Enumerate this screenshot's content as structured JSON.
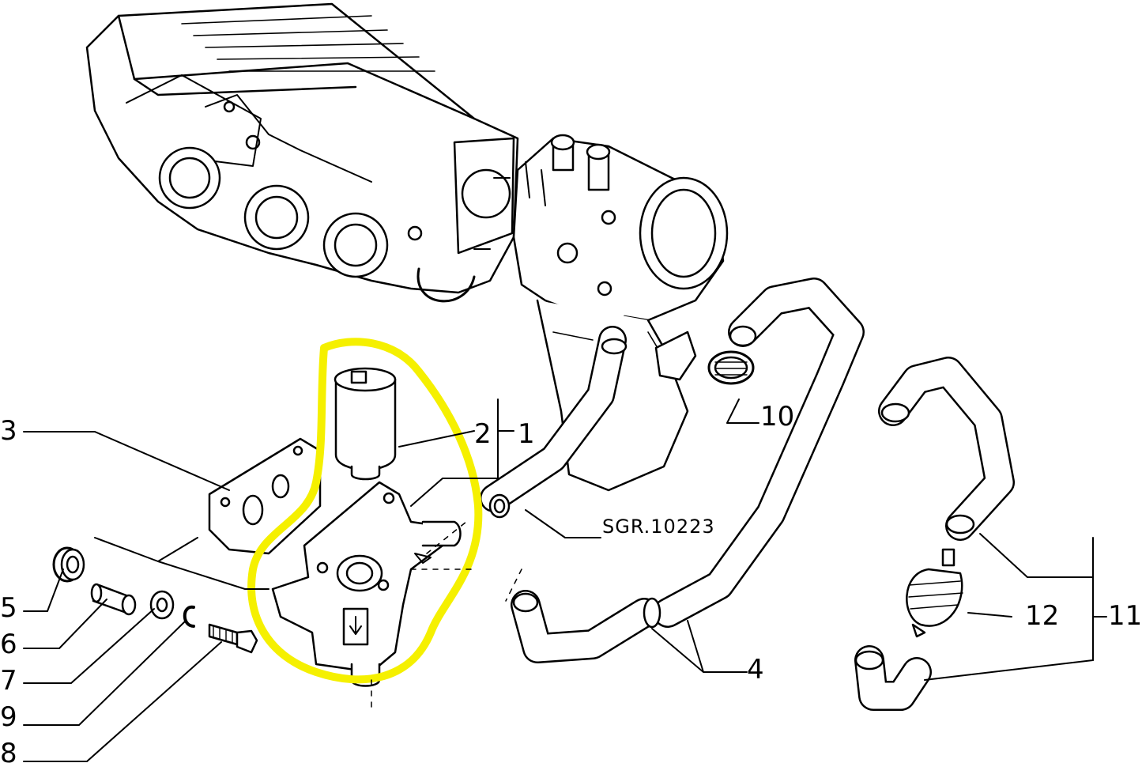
{
  "diagram": {
    "type": "exploded parts diagram",
    "reference_code": "SGR.10223",
    "highlight_color": "#f5f000",
    "line_color": "#000000",
    "callouts": [
      {
        "id": "1",
        "label": "1"
      },
      {
        "id": "2",
        "label": "2"
      },
      {
        "id": "3",
        "label": "3"
      },
      {
        "id": "4",
        "label": "4"
      },
      {
        "id": "5",
        "label": "5"
      },
      {
        "id": "6",
        "label": "6"
      },
      {
        "id": "7",
        "label": "7"
      },
      {
        "id": "8",
        "label": "8"
      },
      {
        "id": "9",
        "label": "9"
      },
      {
        "id": "10",
        "label": "10"
      },
      {
        "id": "11",
        "label": "11"
      },
      {
        "id": "12",
        "label": "12"
      }
    ],
    "components": [
      {
        "name": "intake-manifold"
      },
      {
        "name": "throttle-body"
      },
      {
        "name": "idle-air-control-actuator",
        "highlighted": true
      },
      {
        "name": "valve-body",
        "highlighted": true
      },
      {
        "name": "gasket"
      },
      {
        "name": "grommet"
      },
      {
        "name": "spacer-sleeve"
      },
      {
        "name": "washer"
      },
      {
        "name": "circlip"
      },
      {
        "name": "bolt"
      },
      {
        "name": "hose-clamp"
      },
      {
        "name": "hoses"
      },
      {
        "name": "inline-filter"
      }
    ]
  }
}
